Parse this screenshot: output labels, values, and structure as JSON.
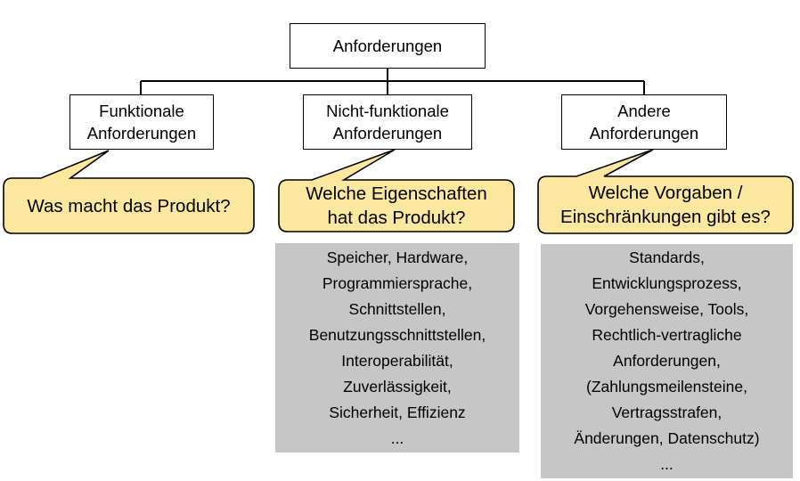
{
  "diagram": {
    "root_label": "Anforderungen",
    "branches": [
      {
        "label": "Funktionale\nAnforderungen",
        "question": "Was macht das Produkt?",
        "examples": ""
      },
      {
        "label": "Nicht-funktionale\nAnforderungen",
        "question": "Welche Eigenschaften\nhat das Produkt?",
        "examples": "Speicher, Hardware,\nProgrammiersprache,\nSchnittstellen,\nBenutzungsschnittstellen,\nInteroperabilität,\nZuverlässigkeit,\nSicherheit, Effizienz\n..."
      },
      {
        "label": "Andere\nAnforderungen",
        "question": "Welche Vorgaben /\nEinschränkungen gibt es?",
        "examples": "Standards,\nEntwicklungsprozess,\nVorgehensweise, Tools,\nRechtlich-vertragliche\nAnforderungen,\n(Zahlungsmeilensteine,\nVertragsstrafen,\nÄnderungen, Datenschutz)\n..."
      }
    ],
    "colors": {
      "bubble_fill": "#FBE79E",
      "bubble_border": "#000000",
      "box_fill": "#FFFFFF",
      "box_border": "#000000",
      "panel_fill": "#C6C6C6",
      "line": "#000000",
      "text": "#000000"
    }
  }
}
